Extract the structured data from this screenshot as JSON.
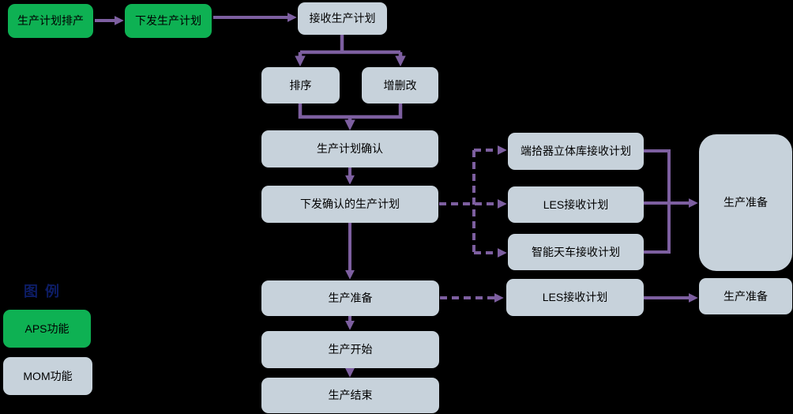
{
  "colors": {
    "aps_green": "#0eb153",
    "mom_gray": "#c7d2db",
    "arrow_purple": "#7d5fa0",
    "legend_title_blue": "#0d1d66",
    "background": "#000000",
    "box_text": "#000000"
  },
  "nodes": {
    "plan_scheduling": {
      "label": "生产计划排产",
      "type": "APS"
    },
    "release_plan": {
      "label": "下发生产计划",
      "type": "APS"
    },
    "receive_plan": {
      "label": "接收生产计划",
      "type": "MOM"
    },
    "sort": {
      "label": "排序",
      "type": "MOM"
    },
    "add_delete_modify": {
      "label": "增删改",
      "type": "MOM"
    },
    "confirm_plan": {
      "label": "生产计划确认",
      "type": "MOM"
    },
    "release_confirmed_plan": {
      "label": "下发确认的生产计划",
      "type": "MOM"
    },
    "gripper_warehouse_receive": {
      "label": "端拾器立体库接收计划",
      "type": "MOM"
    },
    "les_receive_1": {
      "label": "LES接收计划",
      "type": "MOM"
    },
    "smart_crane_receive": {
      "label": "智能天车接收计划",
      "type": "MOM"
    },
    "production_prep_right_big": {
      "label": "生产准备",
      "type": "MOM"
    },
    "production_prep_mid": {
      "label": "生产准备",
      "type": "MOM"
    },
    "les_receive_2": {
      "label": "LES接收计划",
      "type": "MOM"
    },
    "production_prep_right_small": {
      "label": "生产准备",
      "type": "MOM"
    },
    "production_start": {
      "label": "生产开始",
      "type": "MOM"
    },
    "production_end": {
      "label": "生产结束",
      "type": "MOM"
    }
  },
  "legend": {
    "title": "图 例",
    "items": [
      {
        "label": "APS功能",
        "type": "APS"
      },
      {
        "label": "MOM功能",
        "type": "MOM"
      }
    ]
  }
}
